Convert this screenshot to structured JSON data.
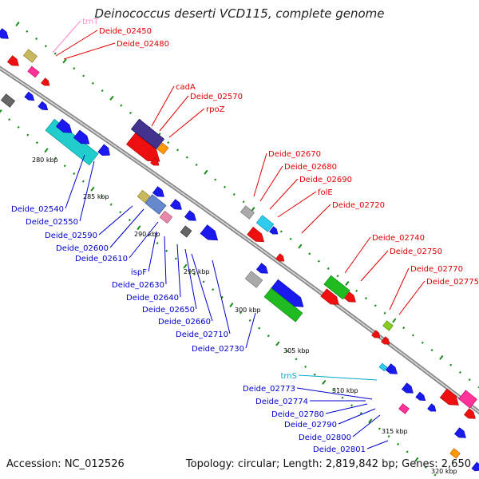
{
  "title": "Deinococcus deserti VCD115, complete genome",
  "accession": "Accession: NC_012526",
  "topology": "Topology: circular; Length: 2,819,842 bp; Genes: 2,650",
  "colors": {
    "backbone": "#888888",
    "tick": "#1a8a1a",
    "forward_label": "#e00000",
    "reverse_label": "#0000cc",
    "trna_label_1": "#ff88cc",
    "trna_label_2": "#00aacc"
  },
  "kbp_labels": [
    "280 kbp",
    "285 kbp",
    "290 kbp",
    "295 kbp",
    "300 kbp",
    "305 kbp",
    "310 kbp",
    "315 kbp",
    "320 kbp"
  ],
  "top_labels": [
    "trnT",
    "Deide_02450",
    "Deide_02480"
  ],
  "mid_red_labels": [
    "cadA",
    "Deide_02570",
    "rpoZ"
  ],
  "right_red_labels": [
    "Deide_02670",
    "Deide_02680",
    "Deide_02690",
    "folE",
    "Deide_02720",
    "Deide_02740",
    "Deide_02750",
    "Deide_02770",
    "Deide_02775"
  ],
  "blue_labels": [
    "Deide_02540",
    "Deide_02550",
    "Deide_02590",
    "Deide_02600",
    "Deide_02610",
    "ispF",
    "Deide_02630",
    "Deide_02640",
    "Deide_02650",
    "Deide_02660",
    "Deide_02710",
    "Deide_02730"
  ],
  "bottom_labels": [
    "trnS",
    "Deide_02773",
    "Deide_02774",
    "Deide_02780",
    "Deide_02790",
    "Deide_02800",
    "Deide_02801"
  ]
}
